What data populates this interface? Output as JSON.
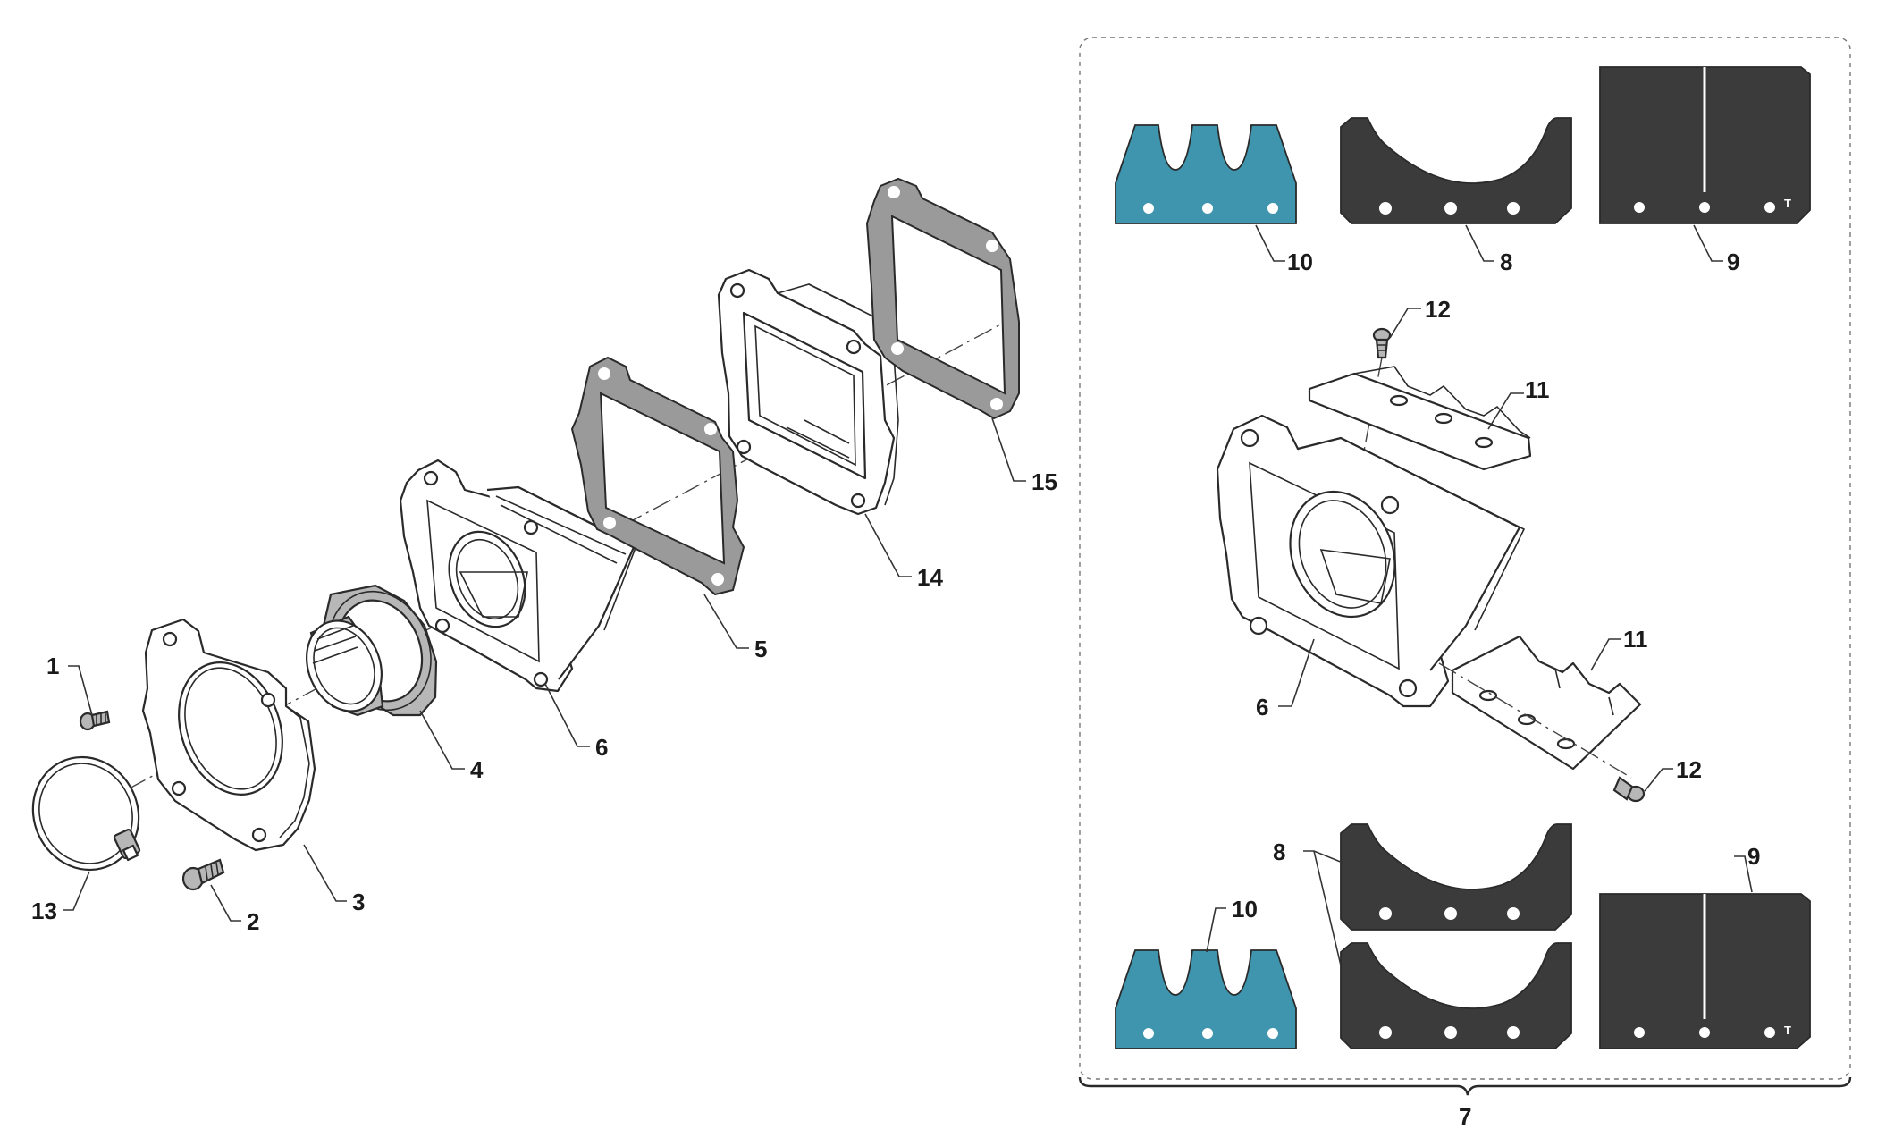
{
  "colors": {
    "reed_blue": "#3f95ad",
    "reed_dark": "#3b3b3b",
    "line": "#2a2a2a"
  },
  "callouts": {
    "p1": "1",
    "p2": "2",
    "p3": "3",
    "p4": "4",
    "p5": "5",
    "p6_left": "6",
    "p13": "13",
    "p14": "14",
    "p15": "15",
    "p7": "7",
    "p10_top": "10",
    "p8_top": "8",
    "p9_top": "9",
    "p12_top": "12",
    "p11_top": "11",
    "p6_right": "6",
    "p11_bottom": "11",
    "p12_bottom": "12",
    "p8_bottom": "8",
    "p9_bottom": "9",
    "p10_bottom": "10"
  },
  "reed_marks": {
    "top_t": "T",
    "bottom_t": "T"
  }
}
